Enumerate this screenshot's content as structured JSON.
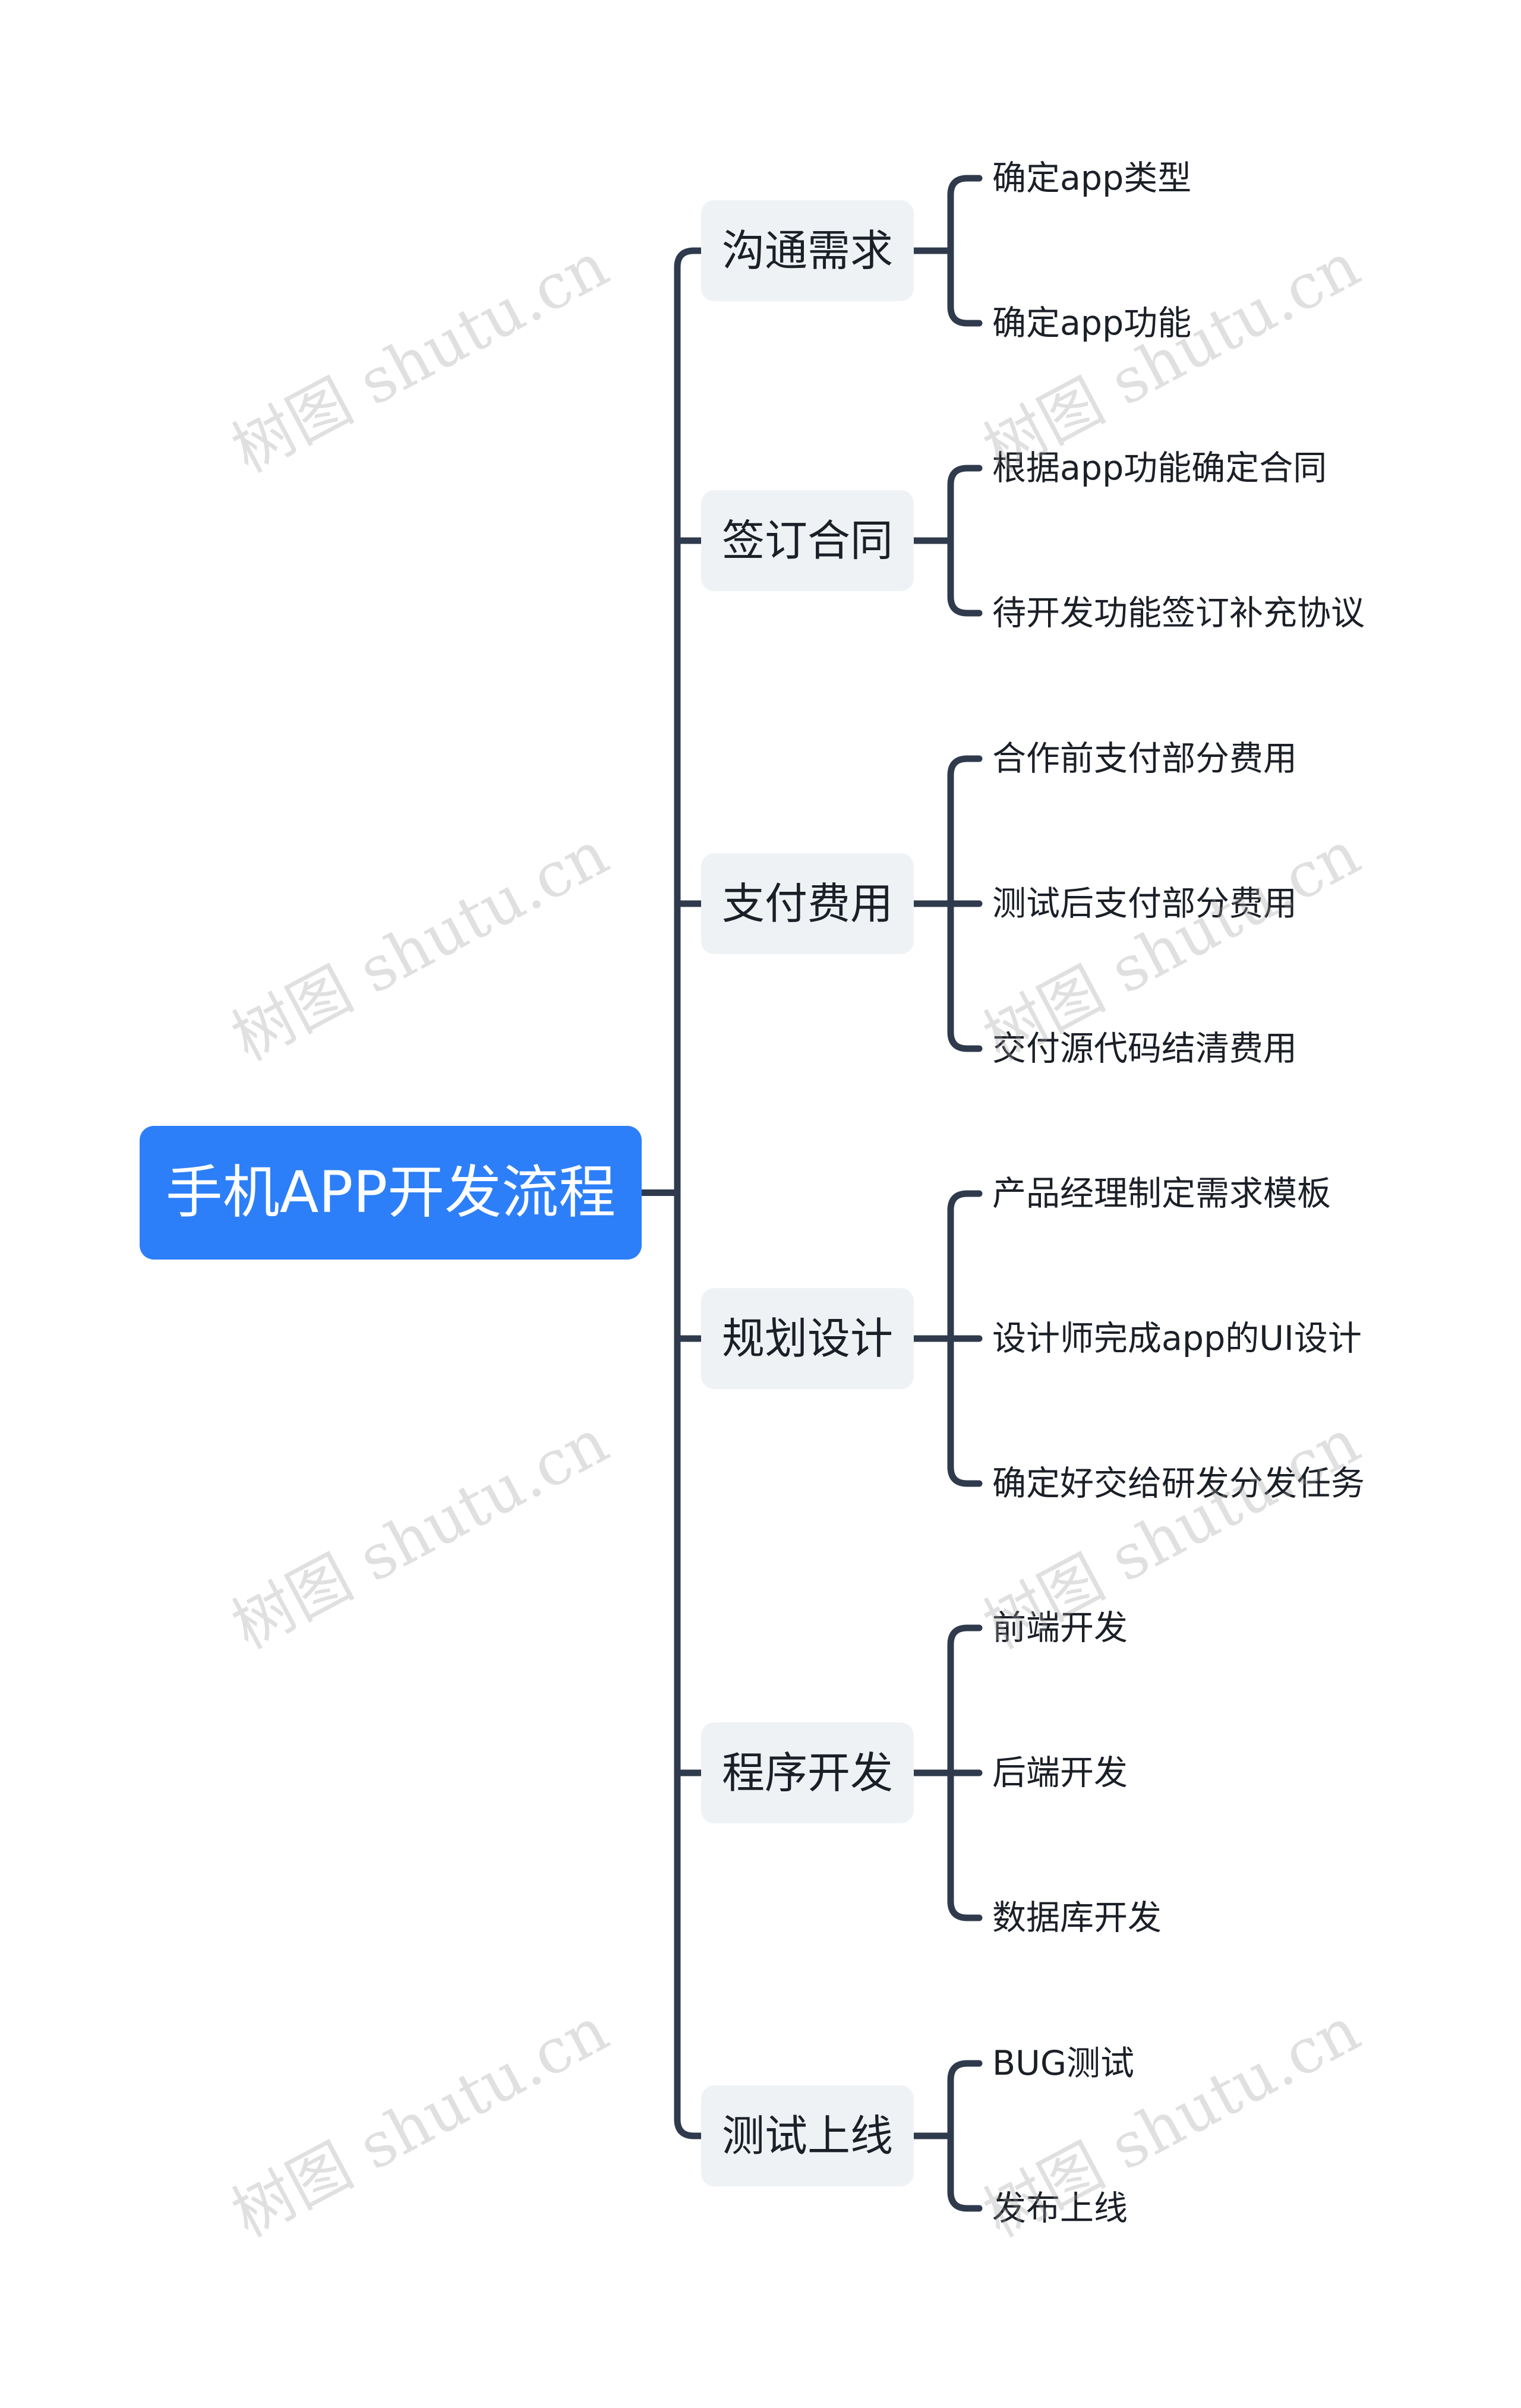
{
  "root": {
    "label": "手机APP开发流程"
  },
  "branches": [
    {
      "label": "沟通需求",
      "children": [
        "确定app类型",
        "确定app功能"
      ]
    },
    {
      "label": "签订合同",
      "children": [
        "根据app功能确定合同",
        "待开发功能签订补充协议"
      ]
    },
    {
      "label": "支付费用",
      "children": [
        "合作前支付部分费用",
        "测试后支付部分费用",
        "交付源代码结清费用"
      ]
    },
    {
      "label": "规划设计",
      "children": [
        "产品经理制定需求模板",
        "设计师完成app的UI设计",
        "确定好交给研发分发任务"
      ]
    },
    {
      "label": "程序开发",
      "children": [
        "前端开发",
        "后端开发",
        "数据库开发"
      ]
    },
    {
      "label": "测试上线",
      "children": [
        "BUG测试",
        "发布上线"
      ]
    }
  ],
  "watermark": "树图 shutu.cn",
  "colors": {
    "root_fill": "#2d7ff9",
    "branch_fill": "#eff2f5",
    "connector": "#2f3b4c",
    "text": "#1b1f27"
  }
}
